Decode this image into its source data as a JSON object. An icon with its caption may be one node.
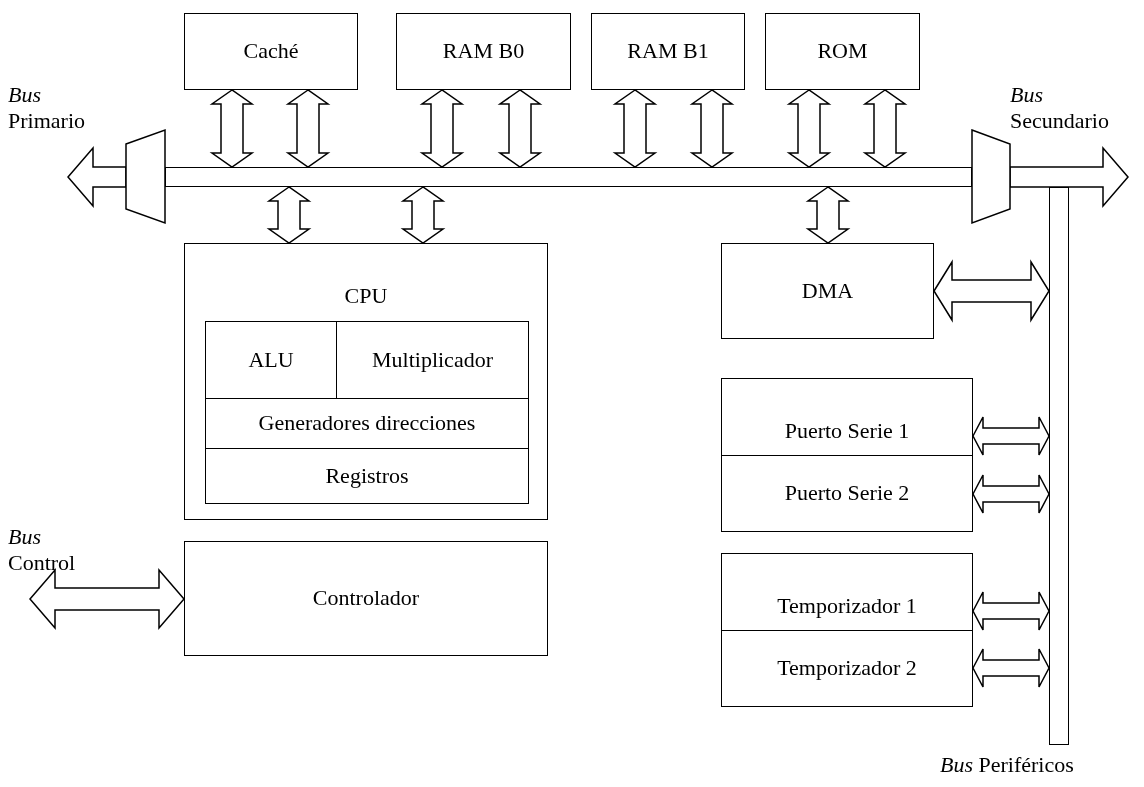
{
  "diagram": {
    "nodes": [
      {
        "text": [
          "Caché"
        ]
      },
      {
        "text": [
          "RAM B0"
        ]
      },
      {
        "text": [
          "RAM B1"
        ]
      },
      {
        "text": [
          "ROM"
        ]
      },
      {
        "text": [],
        "shape": "trapezoid"
      },
      {
        "text": [],
        "shape": "bar"
      },
      {
        "text": [],
        "shape": "trapezoid"
      },
      {
        "text": [
          "CPU"
        ]
      },
      {
        "text": [
          "ALU"
        ],
        "in": 7
      },
      {
        "text": [
          "Multiplicador"
        ],
        "in": 7
      },
      {
        "text": [
          "Generadores direcciones"
        ],
        "in": 7
      },
      {
        "text": [
          "Registros"
        ],
        "in": 7
      },
      {
        "text": [
          "Controlador"
        ]
      },
      {
        "text": [
          "DMA"
        ]
      },
      {
        "text": [
          "Puerto Serie 1"
        ]
      },
      {
        "text": [
          "Puerto Serie 2"
        ]
      },
      {
        "text": [
          "Temporizador 1"
        ]
      },
      {
        "text": [
          "Temporizador 2"
        ]
      },
      {
        "text": [],
        "shape": "bar",
        "beside": [
          "*Bus* Periféricos"
        ]
      }
    ],
    "edges": [
      {
        "from": 0,
        "to": 5,
        "arrow": "both"
      },
      {
        "from": 0,
        "to": 5,
        "arrow": "both"
      },
      {
        "from": 1,
        "to": 5,
        "arrow": "both"
      },
      {
        "from": 1,
        "to": 5,
        "arrow": "both"
      },
      {
        "from": 2,
        "to": 5,
        "arrow": "both"
      },
      {
        "from": 2,
        "to": 5,
        "arrow": "both"
      },
      {
        "from": 3,
        "to": 5,
        "arrow": "both"
      },
      {
        "from": 3,
        "to": 5,
        "arrow": "both"
      },
      {
        "from": 5,
        "to": 7,
        "arrow": "both"
      },
      {
        "from": 5,
        "to": 7,
        "arrow": "both"
      },
      {
        "from": 5,
        "to": 13,
        "arrow": "both"
      },
      {
        "from": 4,
        "to": null,
        "arrow": "to"
      },
      {
        "from": 6,
        "to": null,
        "arrow": "to"
      },
      {
        "from": 12,
        "to": null,
        "arrow": "both"
      },
      {
        "from": 13,
        "to": 18,
        "arrow": "both"
      },
      {
        "from": 14,
        "to": 18,
        "arrow": "both"
      },
      {
        "from": 15,
        "to": 18,
        "arrow": "both"
      },
      {
        "from": 16,
        "to": 18,
        "arrow": "both"
      },
      {
        "from": 17,
        "to": 18,
        "arrow": "both"
      }
    ],
    "labels": [
      "*Bus* Primario",
      "*Bus* Secundario",
      "*Bus* Control"
    ]
  }
}
